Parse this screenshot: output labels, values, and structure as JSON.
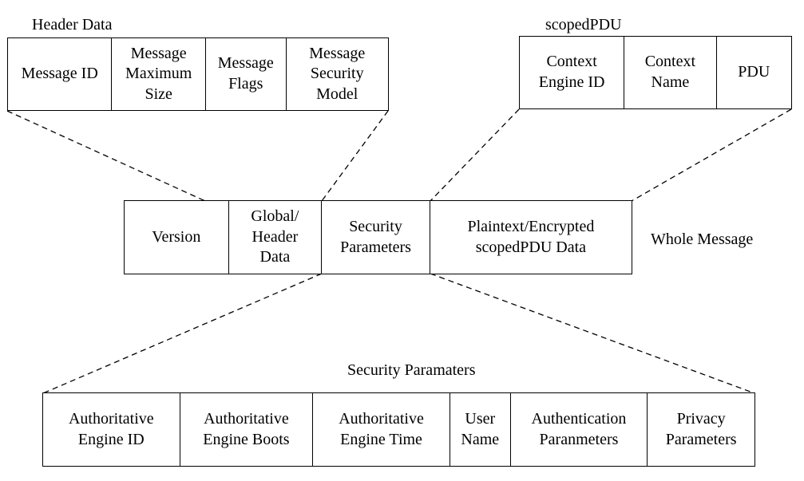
{
  "header_data": {
    "title": "Header Data",
    "fields": [
      "Message ID",
      "Message\nMaximum\nSize",
      "Message\nFlags",
      "Message\nSecurity\nModel"
    ]
  },
  "scoped_pdu": {
    "title": "scopedPDU",
    "fields": [
      "Context\nEngine ID",
      "Context\nName",
      "PDU"
    ]
  },
  "whole_message": {
    "title": "Whole Message",
    "fields": [
      "Version",
      "Global/\nHeader\nData",
      "Security\nParameters",
      "Plaintext/Encrypted\nscopedPDU Data"
    ]
  },
  "security_parameters": {
    "title": "Security Paramaters",
    "fields": [
      "Authoritative\nEngine ID",
      "Authoritative\nEngine Boots",
      "Authoritative\nEngine Time",
      "User\nName",
      "Authentication\nParanmeters",
      "Privacy\nParameters"
    ]
  }
}
